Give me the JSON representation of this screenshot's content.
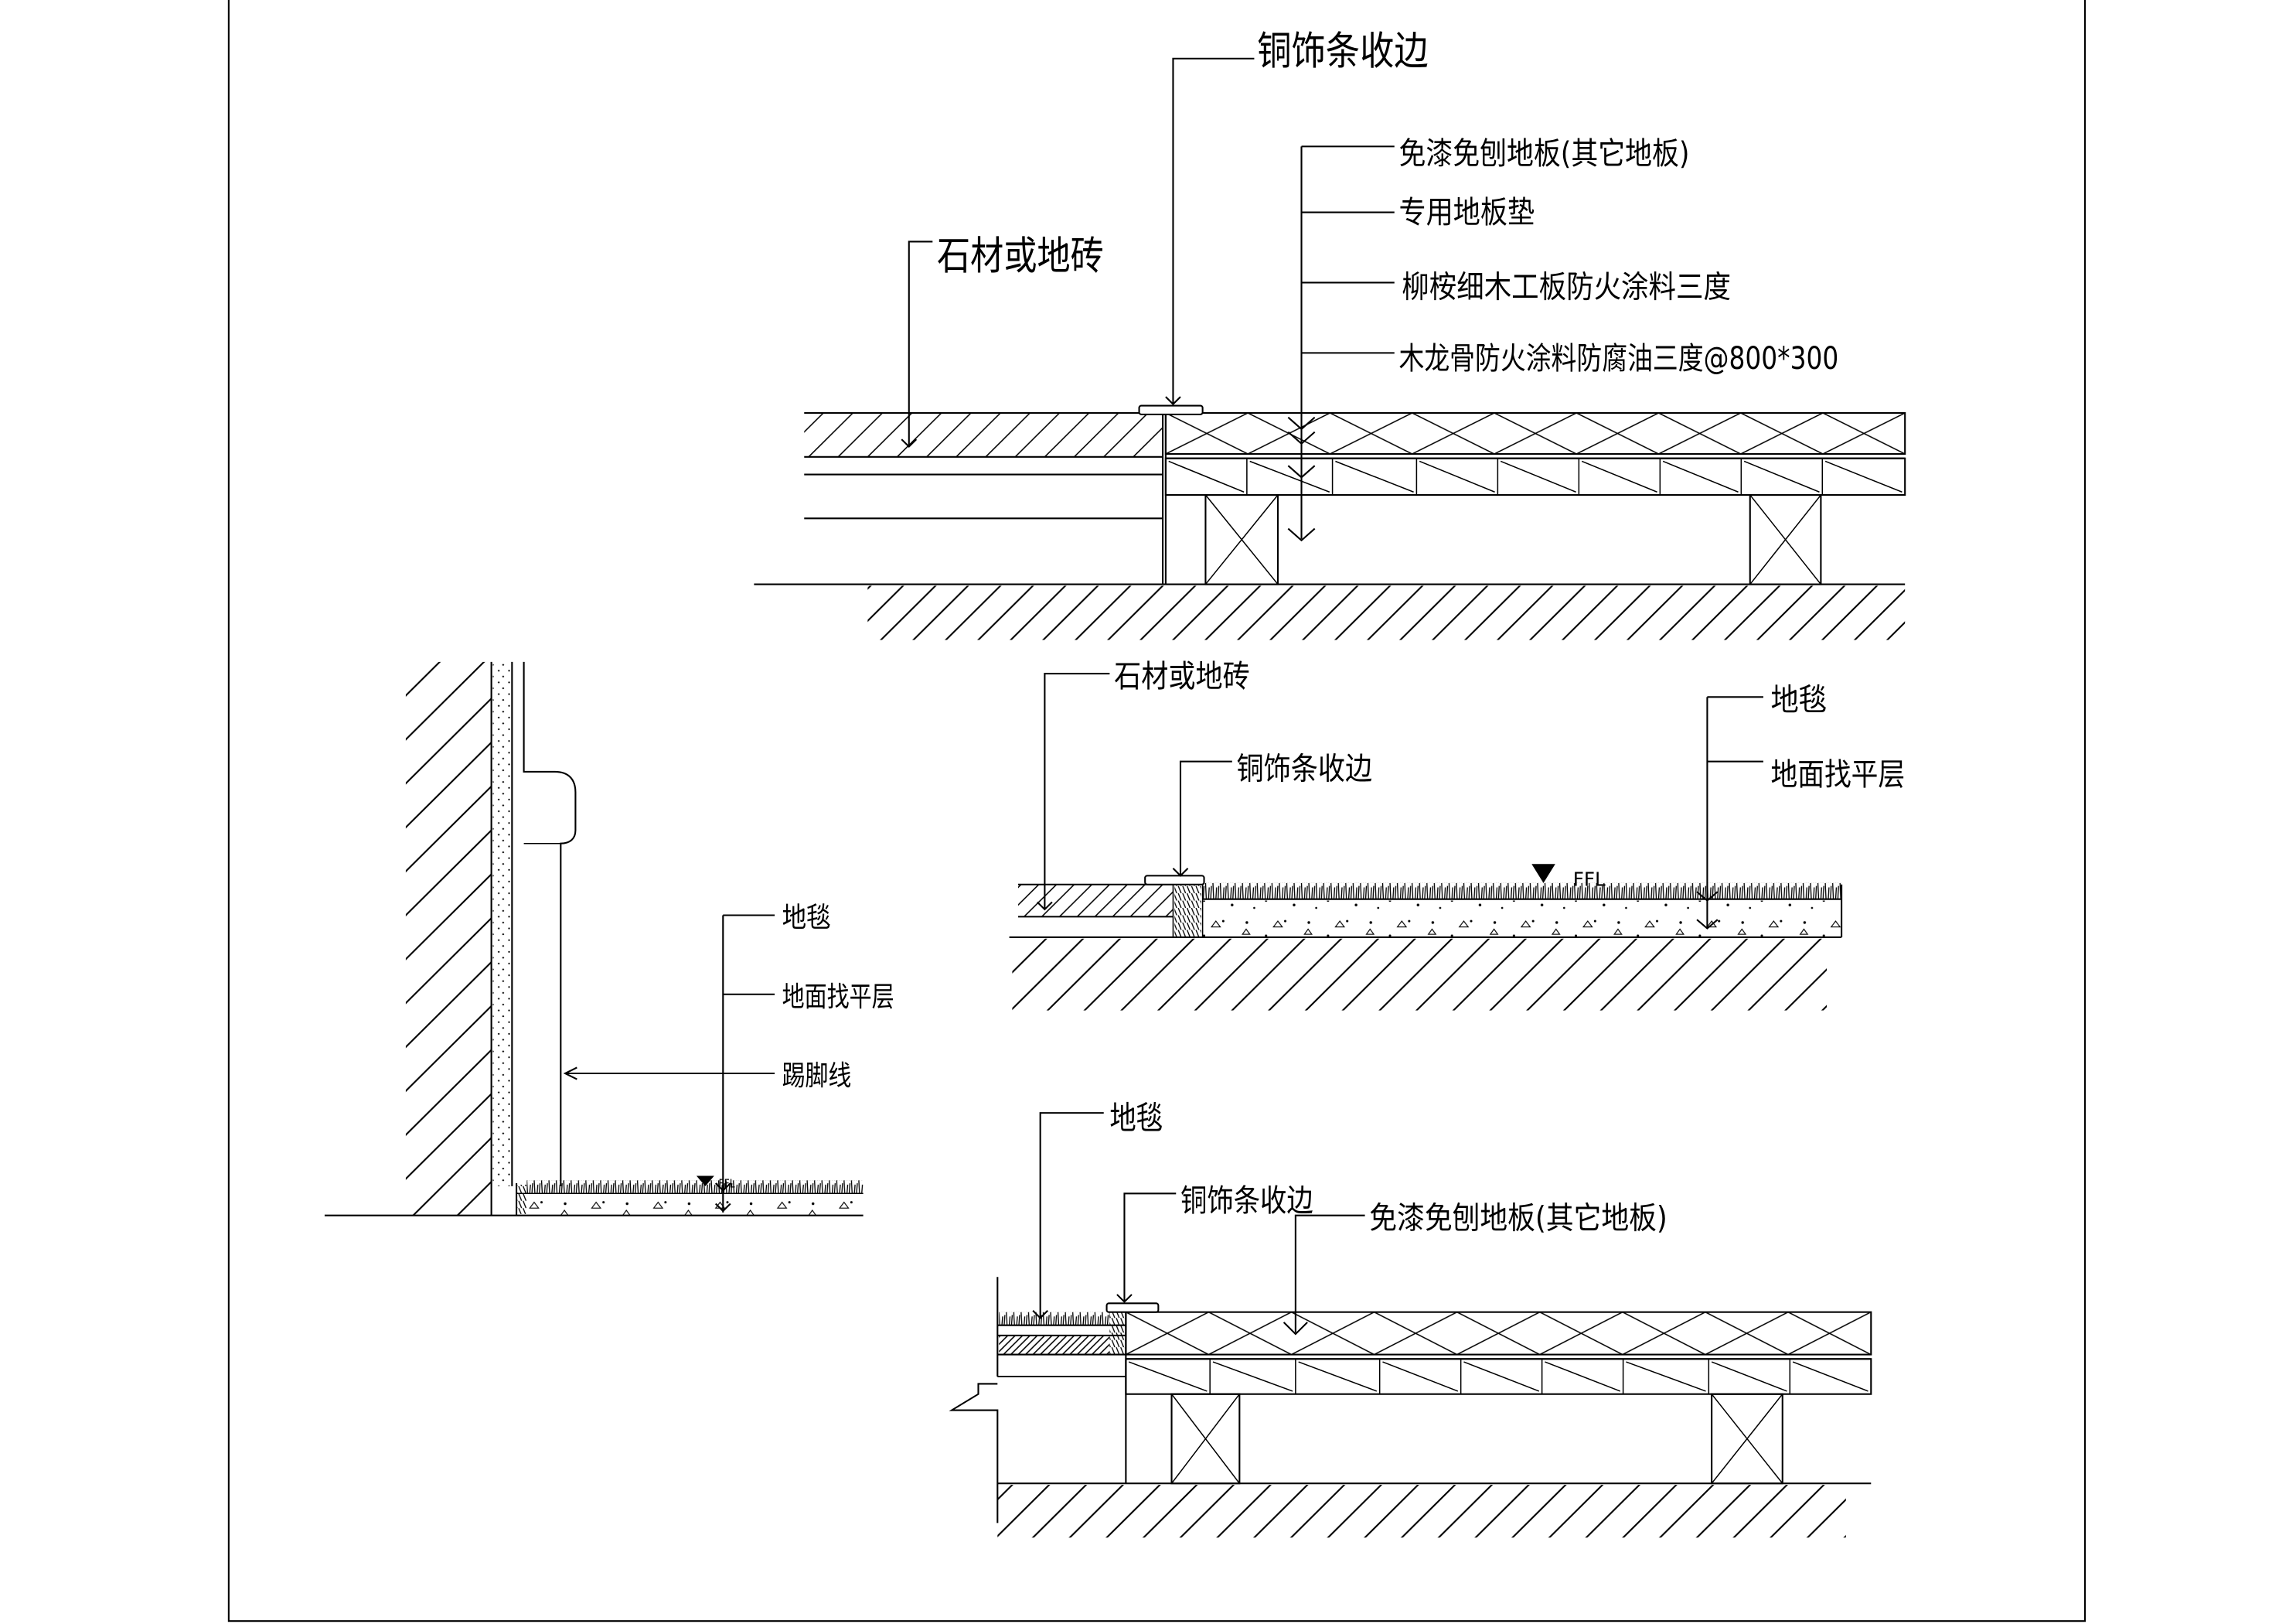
{
  "top_detail": {
    "copper_trim": "铜饰条收边",
    "floorboard": "免漆免刨地板(其它地板)",
    "underlay": "专用地板垫",
    "stone_tile": "石材或地砖",
    "plywood": "柳桉细木工板防火涂料三度",
    "joist": "木龙骨防火涂料防腐油三度@800*300"
  },
  "carpet_stone_detail": {
    "stone_tile": "石材或地砖",
    "carpet": "地毯",
    "copper_trim": "铜饰条收边",
    "screed": "地面找平层",
    "ffl": "FFL"
  },
  "skirting_detail": {
    "carpet": "地毯",
    "screed": "地面找平层",
    "skirting": "踢脚线",
    "ffl": "FFL"
  },
  "carpet_wood_detail": {
    "carpet": "地毯",
    "copper_trim": "铜饰条收边",
    "floorboard": "免漆免刨地板(其它地板)"
  }
}
